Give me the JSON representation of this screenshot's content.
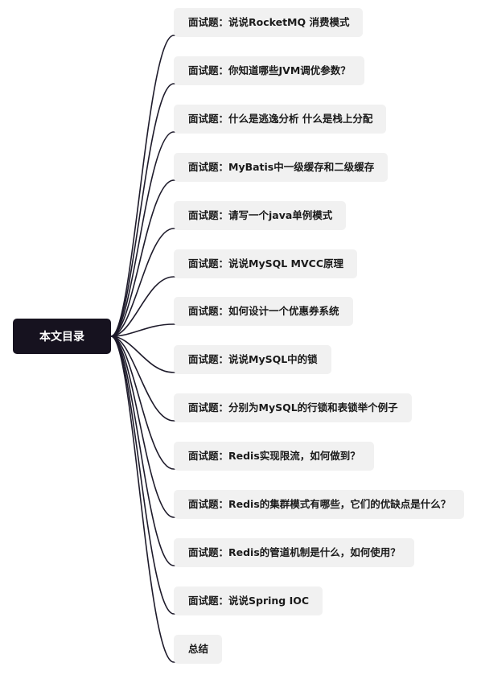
{
  "colors": {
    "root_bg": "#16121f",
    "node_bg": "#f1f1f1",
    "connector": "#1e1b2b"
  },
  "mindmap": {
    "root": "本文目录",
    "children": [
      "面试题：说说RocketMQ 消费模式",
      "面试题：你知道哪些JVM调优参数？",
      "面试题：什么是逃逸分析 什么是栈上分配",
      "面试题：MyBatis中一级缓存和二级缓存",
      "面试题：请写一个java单例模式",
      "面试题：说说MySQL MVCC原理",
      "面试题：如何设计一个优惠券系统",
      "面试题：说说MySQL中的锁",
      "面试题：分别为MySQL的行锁和表锁举个例子",
      "面试题：Redis实现限流，如何做到？",
      "面试题：Redis的集群模式有哪些，它们的优缺点是什么？",
      "面试题：Redis的管道机制是什么，如何使用？",
      "面试题：说说Spring IOC",
      "总结"
    ]
  }
}
